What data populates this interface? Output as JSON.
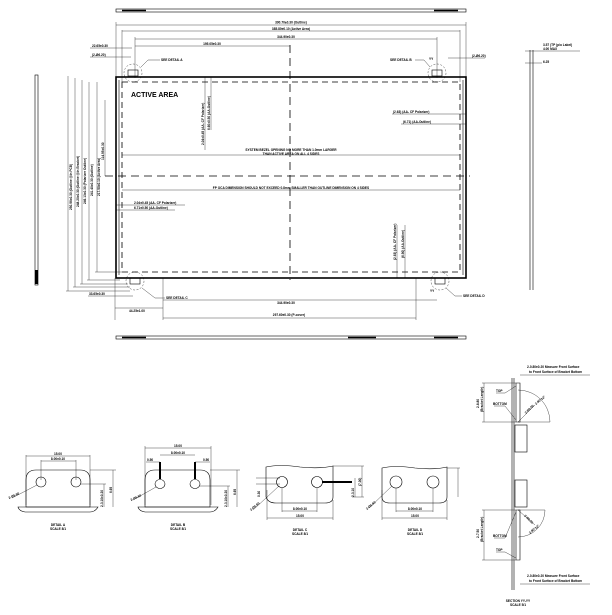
{
  "front_view": {
    "active_area_label": "ACTIVE AREA",
    "dim_outline_width": "390.70±0.30 (Outline)",
    "dim_active_width": "385.80±0.10 (Active Area)",
    "dim_hole_pitch_top": "344.90±0.30",
    "dim_half_pitch": "195.05±0.30",
    "dim_left_top_a": "22.65±0.30",
    "dim_left_top_b": "(2-Ø6.20)",
    "dim_right_top": "(2-Ø6.20)",
    "see_detail_a": "SEE DETAIL A",
    "see_detail_b": "SEE DETAIL B",
    "see_detail_c": "SEE DETAIL C",
    "see_detail_d": "SEE DETAIL D",
    "section_mark_top": "YY",
    "section_mark_bottom": "YY",
    "dim_vertical_half": "114.95±0.30",
    "dim_top_cf": "2.04±0.45 (AA- CF Polarizer)",
    "dim_top_outline": "6.60±0.50 (AA-Outline)",
    "dim_right_cf": "(2.63) (AA- CF Polarizer)",
    "dim_right_outline": "(6.71) (AA-Outline)",
    "dim_left_cf": "2.04±0.45 (AA- CF Polarizer)",
    "dim_left_outline": "6.71±0.50 (AA-Outline)",
    "dim_bottom_cf": "(2.63) (AA- CF Polarizer)",
    "dim_bottom_outline": "(6.90) (AA-Outline)",
    "note_bezel_line1": "SYSTEM BEZEL OPENING NO MORE THAN 1.0mm LARGER",
    "note_bezel_line2": "THAN ACTIVE AREA ON ALL 4 SIDES",
    "note_oca": "FP OCA DIMENSION SHOULD NOT EXCEED 0.8mm SMALLER THAN OUTLINE DIMENSION ON 4 SIDES",
    "left_dims": [
      "250.96±0.30 (Outline @In PCB)",
      "248.20±0.30 (Outline @In Bracket)",
      "246.13±0.30 (Polarizer Outline)",
      "241.40±0.30 (Outline)",
      "217.50±0.10 (Active Area)"
    ],
    "dim_bottom_left": "33.65±0.30",
    "dim_bottom_offset": "44.25±1.00",
    "dim_hole_pitch_bottom": "344.90±0.30",
    "dim_pcover": "297.60±0.30 (P-cover)"
  },
  "side_view": {
    "dim_label": "3.57 (TP (p/o Label)",
    "dim_max": "4.00 MAX",
    "dim_small": "6.25"
  },
  "details": [
    {
      "title": "DETAIL A",
      "scale": "SCALE 8/1",
      "width": "15.00",
      "pitch": "8.00±0.10",
      "hole": "2-Ø5.60",
      "slot": "2-3.10±0.20",
      "height": "6.65"
    },
    {
      "title": "DETAIL B",
      "scale": "SCALE 8/1",
      "width": "15.00",
      "pitch": "8.00±0.10",
      "hole": "2-Ø5.60",
      "slot": "2-3.10±0.20",
      "height": "6.65",
      "left": "0.50",
      "right": "0.50"
    },
    {
      "title": "DETAIL C",
      "scale": "SCALE 8/1",
      "width": "15.00",
      "pitch": "8.00±0.10",
      "hole": "2-Ø5.60",
      "slot": "2-3.10",
      "height": "(7.00)",
      "side": "0.30"
    },
    {
      "title": "DETAIL D",
      "scale": "SCALE 8/1",
      "width": "15.00",
      "pitch": "8.00±0.10",
      "hole": "2-Ø5.60",
      "slot": "2-3.10",
      "height": "(7.00)"
    }
  ],
  "section": {
    "note_top_line1": "2-0.80±0.20 Measure Front Surface",
    "note_top_line2": "to Front Surface of Bracket Bottom",
    "top_label": "TOP",
    "bottom_label": "BOTTOM",
    "bracket_top": "2-8.80",
    "bracket_top_sub": "(Bracket Length)",
    "bracket_bottom": "2-7.50",
    "bracket_bottom_sub": "(Bracket Length)",
    "radius": "2-R0.50",
    "angle": "2-90°±2°",
    "note_bottom_line1": "2-0.80±0.20 Measure Front Surface",
    "note_bottom_line2": "to Front Surface of Bracket Bottom",
    "title": "SECTION YY-YY",
    "scale": "SCALE 5/1"
  }
}
